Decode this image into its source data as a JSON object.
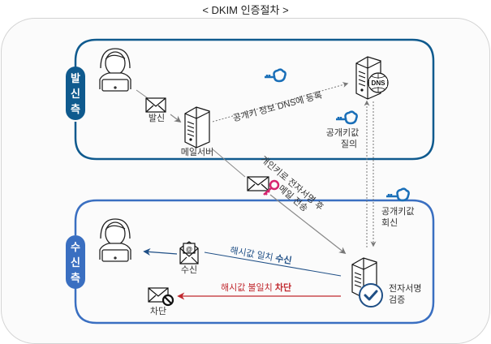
{
  "title": "< DKIM 인증절차 >",
  "colors": {
    "sender_zone": "#0f5a8e",
    "receiver_zone": "#3a6fc1",
    "key_public": "#1a6fb8",
    "key_private": "#d6246e",
    "accept_arrow": "#1f4f86",
    "block_arrow": "#c0282e",
    "check": "#1f4f86"
  },
  "sender_zone": {
    "tab_chars": [
      "발",
      "신",
      "측"
    ],
    "send_label": "발신",
    "mail_server_label": "메일서버",
    "dns_label": "DNS",
    "register_label": "공개키 정보 DNS에 등록",
    "query_label_line1": "공개키값",
    "query_label_line2": "질의"
  },
  "transfer": {
    "label_line1": "개인키로 전자서명 후",
    "label_line2": "메일 전송"
  },
  "reply": {
    "label_line1": "공개키값",
    "label_line2": "회신"
  },
  "receiver_zone": {
    "tab_chars": [
      "수",
      "신",
      "측"
    ],
    "receive_label": "수신",
    "block_label": "차단",
    "accept_text": "해시값 일치 ",
    "accept_bold": "수신",
    "reject_text": "해시값 불일치 ",
    "reject_bold": "차단",
    "verify_line1": "전자서명",
    "verify_line2": "검증"
  }
}
